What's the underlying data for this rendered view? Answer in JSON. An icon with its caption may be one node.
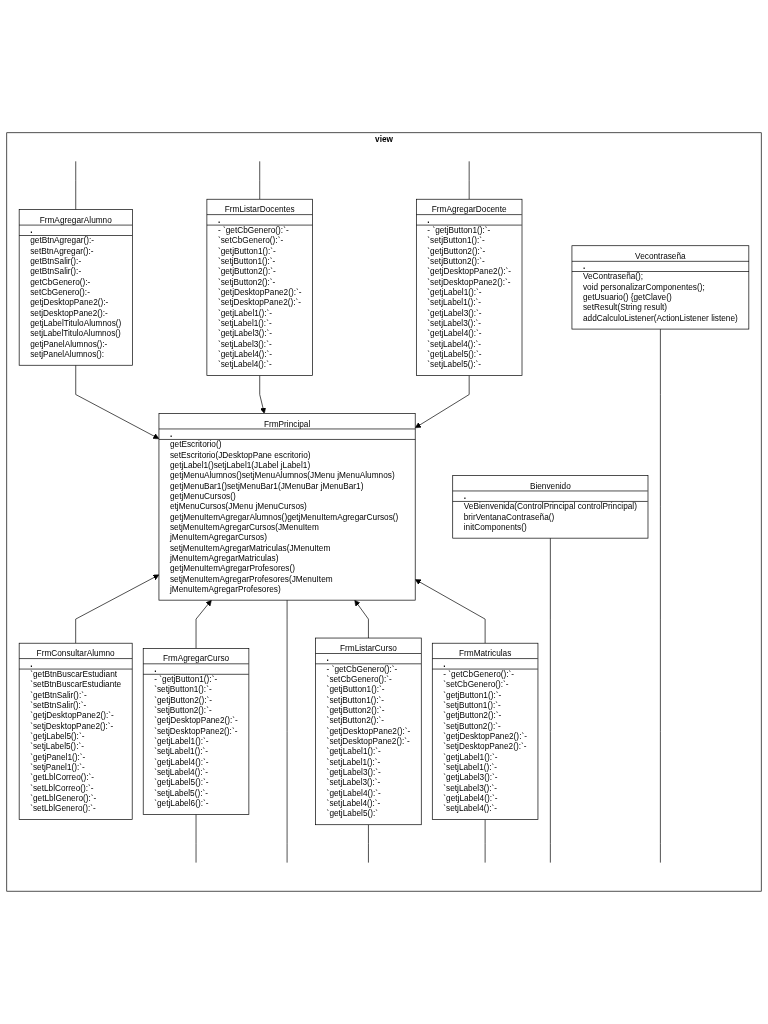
{
  "diagram": {
    "nodes": [
      {
        "text": [
          "view"
        ]
      },
      {
        "text": [
          "FrmAgregarAlumno",
          ".",
          "getBtnAgregar():-",
          "setBtnAgregar():-",
          "getBtnSalir():-",
          "getBtnSalir():-",
          "getCbGenero():-",
          "setCbGenero():-",
          "getjDesktopPane2():-",
          "setjDesktopPane2():-",
          "getjLabelTituloAlumnos()",
          "setjLabelTituloAlumnos()",
          "getjPanelAlumnos():-",
          "setjPanelAlumnos():"
        ],
        "in": 0
      },
      {
        "text": [
          "FrmPrincipal",
          ".",
          "getEscritorio()",
          "setEscritorio(JDesktopPane escritorio)",
          "getjLabel1()setjLabel1(JLabel jLabel1)",
          "getjMenuAlumnos()setjMenuAlumnos(JMenu jMenuAlumnos)",
          "getjMenuBar1()setjMenuBar1(JMenuBar jMenuBar1)",
          "getjMenuCursos()",
          "etjMenuCursos(JMenu jMenuCursos)",
          "getjMenuItemAgregarAlumnos()getjMenuItemAgregarCursos()",
          "setjMenuItemAgregarCursos(JMenuItem jMenuItemAgregarCursos)",
          "setjMenuItemAgregarMatriculas(JMenuItem jMenuItemAgregarMatriculas) getjMenuItemAgregarProfesores()",
          "setjMenuItemAgregarProfesores(JMenuItem jMenuItemAgregarProfesores)"
        ],
        "in": 0
      },
      {
        "text": [
          "FrmListarDocentes",
          ".",
          "- `getCbGenero():`-",
          "`setCbGenero():`-",
          "`getjButton1():`-",
          "`setjButton1():`-",
          "`getjButton2():`-",
          "`setjButton2():`-",
          "`getjDesktopPane2():`-",
          "`setjDesktopPane2():`-",
          "`getjLabel1():`-",
          "`setjLabel1():`-",
          "`getjLabel3():`-",
          "`setjLabel3():`-",
          "`getjLabel4():`-",
          "`setjLabel4():`-"
        ],
        "in": 0
      },
      {
        "text": [
          "FrmAgregarDocente",
          ".",
          "- `getjButton1():`-",
          "`setjButton1():`-",
          "`getjButton2():`-",
          "`setjButton2():`-",
          "`getjDesktopPane2():`-",
          "`setjDesktopPane2():`-",
          "`getjLabel1():`-",
          "`setjLabel1():`-",
          "`getjLabel3():`-",
          "`setjLabel3():`-",
          "`getjLabel4():`-",
          "`setjLabel4():`-",
          "`getjLabel5():`-",
          "`setjLabel5():`-"
        ],
        "in": 0
      },
      {
        "text": [
          "FrmConsultarAlumno",
          ".",
          "`getBtnBuscarEstudiant",
          "`setBtnBuscarEstudiante",
          "`getBtnSalir():`-",
          "`setBtnSalir():`-",
          "`getjDesktopPane2():`-",
          "`setjDesktopPane2():`-",
          "`getjLabel5():`-",
          "`setjLabel5():`-",
          "`getjPanel1():`-",
          "`setjPanel1():`-",
          "`getLblCorreo():`-",
          "`setLblCorreo():`-",
          "`getLblGenero():`-",
          "`setLblGenero():`-"
        ],
        "in": 0
      },
      {
        "text": [
          "FrmListarCurso",
          ".",
          "- `getCbGenero():`-",
          "`setCbGenero():`-",
          "`getjButton1():`-",
          "`setjButton1():`-",
          "`getjButton2():`-",
          "`setjButton2():`-",
          "`getjDesktopPane2():`-",
          "`setjDesktopPane2():`-",
          "`getjLabel1():`-",
          "`setjLabel1():`-",
          "`getjLabel3():`-",
          "`setjLabel3():`-",
          "`getjLabel4():`-",
          "`setjLabel4():`-",
          "`getjLabel5():`"
        ],
        "in": 0
      },
      {
        "text": [
          "FrmMatriculas",
          ".",
          "- `getCbGenero():`-",
          "`setCbGenero():`-",
          "`getjButton1():`-",
          "`setjButton1():`-",
          "`getjButton2():`-",
          "`setjButton2():`-",
          "`getjDesktopPane2():`-",
          "`setjDesktopPane2():`-",
          "`getjLabel1():`-",
          "`setjLabel1():`-",
          "`getjLabel3():`-",
          "`setjLabel3():`-",
          "`getjLabel4():`-",
          "`setjLabel4():`-"
        ],
        "in": 0
      },
      {
        "text": [
          "Bienvenido",
          ".",
          "VeBienvenida(ControlPrincipal controlPrincipal)",
          "brirVentanaContraseña()",
          "initComponents()"
        ],
        "in": 0
      },
      {
        "text": [
          "FrmAgregarCurso",
          ".",
          "- `getjButton1():`-",
          "`setjButton1():`-",
          "`getjButton2():`-",
          "`setjButton2():`-",
          "`getjDesktopPane2():`-",
          "`setjDesktopPane2():`-",
          "`getjLabel1():`-",
          "`setjLabel1():`-",
          "`getjLabel4():`-",
          "`setjLabel4():`-",
          "`getjLabel5():`-",
          "`setjLabel5():`-",
          "`getjLabel6():`-"
        ],
        "in": 0
      },
      {
        "text": [
          "Vecontraseña",
          ".",
          "VeContraseña();",
          "void personalizarComponentes();",
          "getUsuario() {getClave()",
          "setResult(String result)",
          "addCalculoListener(ActionListener listene)"
        ],
        "in": 0
      }
    ],
    "edges": [
      {
        "from": 1,
        "to": 2,
        "arrow": "to"
      },
      {
        "from": 3,
        "to": 2,
        "arrow": "to"
      },
      {
        "from": 4,
        "to": 2,
        "arrow": "to"
      },
      {
        "from": 5,
        "to": 2,
        "arrow": "to"
      },
      {
        "from": 6,
        "to": 2,
        "arrow": "to"
      },
      {
        "from": 7,
        "to": 2,
        "arrow": "to"
      },
      {
        "from": 9,
        "to": 2,
        "arrow": "to"
      },
      {
        "from": 1,
        "to": null,
        "arrow": "none"
      },
      {
        "from": 4,
        "to": null,
        "arrow": "none"
      },
      {
        "from": 9,
        "to": null,
        "arrow": "none"
      },
      {
        "from": 2,
        "to": null,
        "arrow": "none"
      },
      {
        "from": 3,
        "to": null,
        "arrow": "none"
      },
      {
        "from": 6,
        "to": null,
        "arrow": "none"
      },
      {
        "from": 7,
        "to": null,
        "arrow": "none"
      },
      {
        "from": 8,
        "to": null,
        "arrow": "none"
      },
      {
        "from": 10,
        "to": null,
        "arrow": "none"
      }
    ]
  }
}
